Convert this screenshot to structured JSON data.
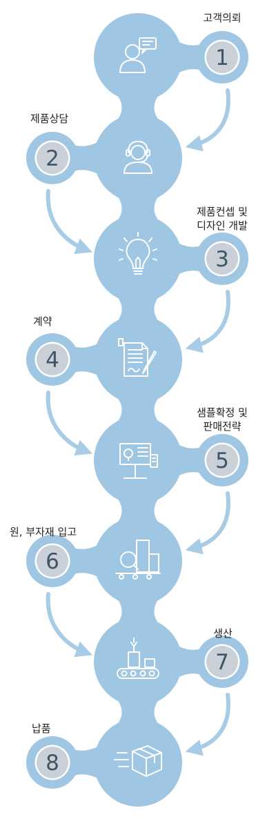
{
  "colors": {
    "blob": "#9fc6e2",
    "badge": "#c9d0d8",
    "badge_ring": "#ffffff",
    "number": "#3e5568",
    "icon": "#ffffff",
    "arrow": "#a8cbe6"
  },
  "steps": [
    {
      "number": "1",
      "label": "고객의뢰",
      "icon": "customer-request-icon"
    },
    {
      "number": "2",
      "label": "제품상담",
      "icon": "headset-consultant-icon"
    },
    {
      "number": "3",
      "label": "제품컨셉 및\n디자인 개발",
      "icon": "lightbulb-icon"
    },
    {
      "number": "4",
      "label": "계약",
      "icon": "contract-sign-icon"
    },
    {
      "number": "5",
      "label": "샘플확정 및\n판매전략",
      "icon": "presentation-board-icon"
    },
    {
      "number": "6",
      "label": "원, 부자재 입고",
      "icon": "warehouse-inspection-icon"
    },
    {
      "number": "7",
      "label": "생산",
      "icon": "production-conveyor-icon"
    },
    {
      "number": "8",
      "label": "납품",
      "icon": "delivery-box-icon"
    }
  ]
}
